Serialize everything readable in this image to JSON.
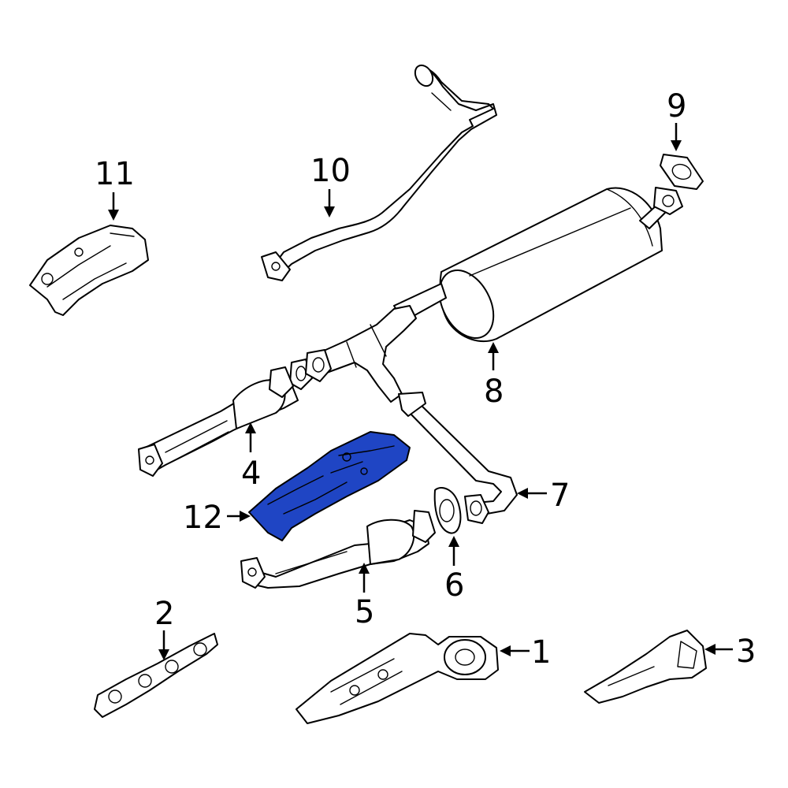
{
  "callouts": [
    {
      "id": "1",
      "label": "1",
      "part": "exhaust-manifold-with-converter"
    },
    {
      "id": "2",
      "label": "2",
      "part": "manifold-gasket"
    },
    {
      "id": "3",
      "label": "3",
      "part": "manifold-heat-shield"
    },
    {
      "id": "4",
      "label": "4",
      "part": "catalytic-converter-left"
    },
    {
      "id": "5",
      "label": "5",
      "part": "catalytic-converter-right"
    },
    {
      "id": "6",
      "label": "6",
      "part": "flange-gasket"
    },
    {
      "id": "7",
      "label": "7",
      "part": "y-pipe"
    },
    {
      "id": "8",
      "label": "8",
      "part": "muffler"
    },
    {
      "id": "9",
      "label": "9",
      "part": "muffler-gasket"
    },
    {
      "id": "10",
      "label": "10",
      "part": "tail-pipe"
    },
    {
      "id": "11",
      "label": "11",
      "part": "upper-heat-shield"
    },
    {
      "id": "12",
      "label": "12",
      "part": "lower-heat-shield"
    }
  ],
  "colors": {
    "highlight": "#1f45c4",
    "line": "#000000",
    "background": "#ffffff"
  },
  "highlighted_part": "12"
}
